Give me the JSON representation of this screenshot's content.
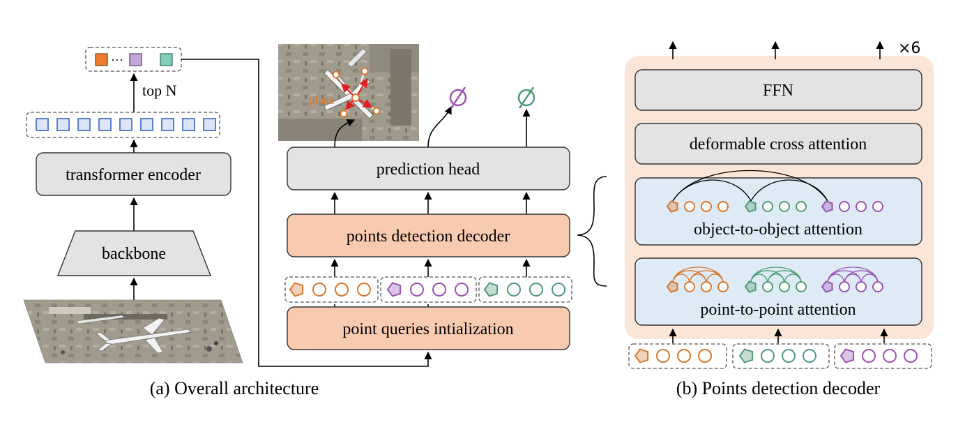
{
  "left_panel": {
    "top_n_label": "top N",
    "encoder_label": "transformer encoder",
    "backbone_label": "backbone",
    "selected_dots": "···",
    "caption": "(a) Overall architecture"
  },
  "middle_panel": {
    "prediction_head_label": "prediction head",
    "decoder_label": "points detection decoder",
    "init_label": "point queries intialization",
    "plane_label": "plane",
    "empty_symbol": "∅"
  },
  "right_panel": {
    "repeat_label": "×6",
    "ffn_label": "FFN",
    "cross_attention_label": "deformable cross attention",
    "object_attention_label": "object-to-object attention",
    "point_attention_label": "point-to-point attention",
    "caption": "(b) Points detection decoder"
  },
  "colors": {
    "orange_group": "#d9762b",
    "green_group": "#4f9a72",
    "purple_group": "#9a52b4",
    "encoder_token": "#4a74c9",
    "gray_box": "#e3e3e3",
    "salmon_box": "#f8cbb0",
    "blue_box": "#deebf7",
    "decoder_panel": "#fbe5d6"
  }
}
